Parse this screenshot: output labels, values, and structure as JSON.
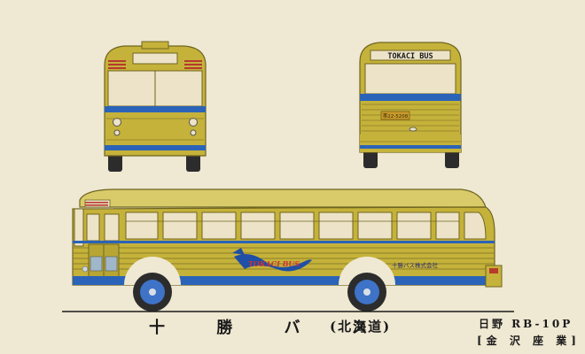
{
  "drawing": {
    "operator_title": "十 勝 バ ス",
    "region": "(北海道)",
    "model": "日野 RB-10P",
    "credit": "[金 沢 座 業]"
  },
  "bus_markings": {
    "rear_destination": "TOKACI BUS",
    "side_logo": "TOKACI BUS",
    "side_company": "十勝バス株式会社",
    "rear_plate": "帯22-5208"
  },
  "colors": {
    "paper": "#efe8d2",
    "body_yellow": "#c5b23a",
    "stripe_blue": "#2a63b8",
    "window_cream": "#ede3c8",
    "roof_light": "#d9cb6a",
    "tire_dark": "#2c2c2c",
    "hub_blue": "#3e73c7",
    "red_lamp": "#b73a2c"
  },
  "icons": [
    "front-view",
    "rear-view",
    "side-view",
    "logo-ribbon"
  ]
}
